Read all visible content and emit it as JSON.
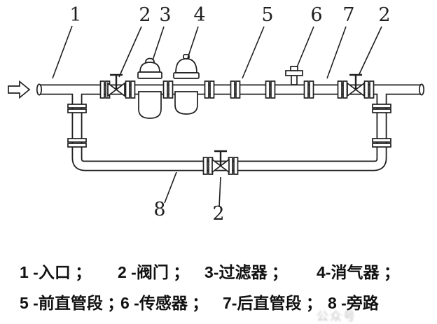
{
  "colors": {
    "ink": "#1f1f1f",
    "background": "#ffffff"
  },
  "diagram": {
    "callouts_top": [
      "1",
      "2",
      "3",
      "4",
      "5",
      "6",
      "7",
      "2"
    ],
    "callouts_bottom": [
      "8",
      "2"
    ]
  },
  "legend": {
    "row1": [
      "1 -入口 ；",
      "2 -阀门 ；",
      "3-过滤器 ；",
      "4-消气器 ；"
    ],
    "row2": [
      "5 -前直管段 ；",
      "6 -传感器 ；",
      "7-后直管段 ；",
      "8 -旁路"
    ]
  },
  "watermark": "公众号"
}
